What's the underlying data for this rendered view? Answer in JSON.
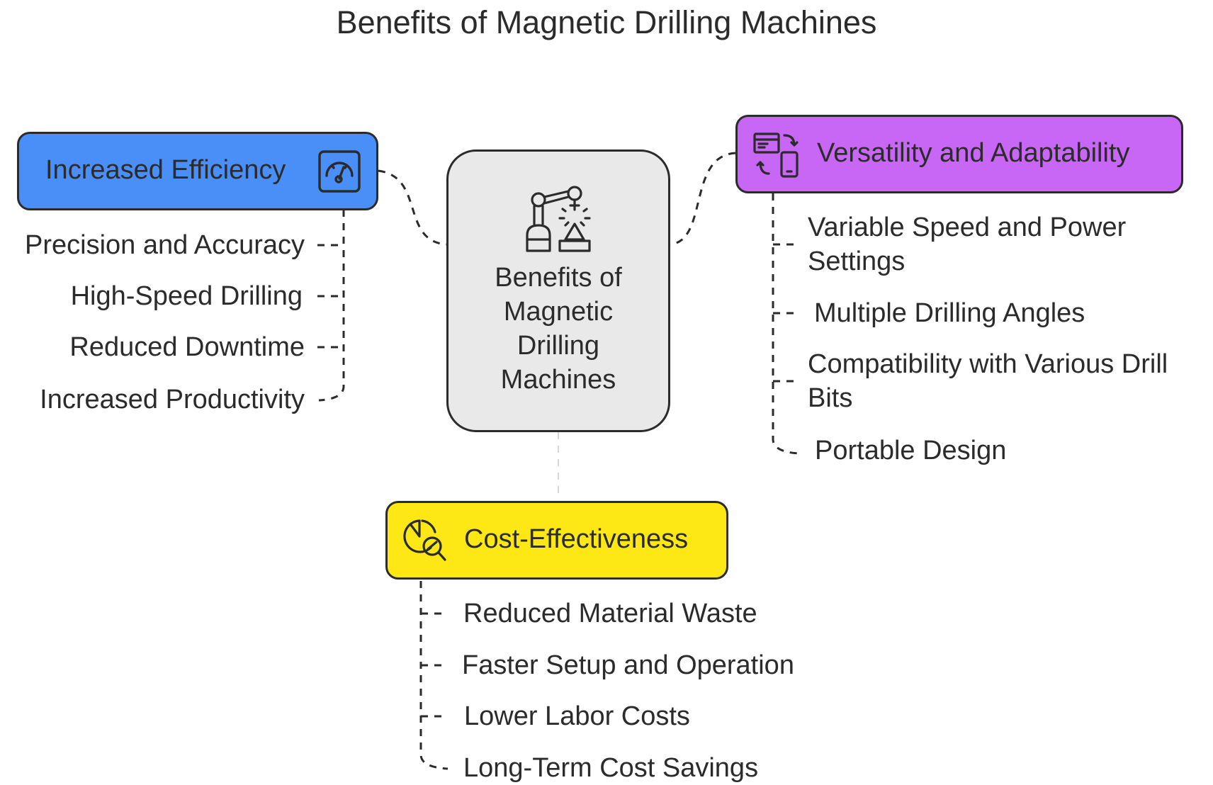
{
  "title": "Benefits of Magnetic Drilling Machines",
  "center": {
    "label_lines": [
      "Benefits of",
      "Magnetic",
      "Drilling",
      "Machines"
    ],
    "icon": "robotic-arm-icon",
    "color": "#e9e9e9"
  },
  "branches": {
    "efficiency": {
      "label": "Increased Efficiency",
      "icon": "speedometer-icon",
      "color": "#4a8ff7",
      "items": [
        "Precision and Accuracy",
        "High-Speed Drilling",
        "Reduced Downtime",
        "Increased Productivity"
      ]
    },
    "versatility": {
      "label": "Versatility and Adaptability",
      "icon": "devices-sync-icon",
      "color": "#c866f5",
      "items": [
        "Variable Speed and Power Settings",
        "Multiple Drilling Angles",
        "Compatibility with Various Drill Bits",
        "Portable Design"
      ]
    },
    "cost": {
      "label": "Cost-Effectiveness",
      "icon": "chart-search-icon",
      "color": "#fde714",
      "items": [
        "Reduced Material Waste",
        "Faster Setup and Operation",
        "Lower Labor Costs",
        "Long-Term Cost Savings"
      ]
    }
  }
}
